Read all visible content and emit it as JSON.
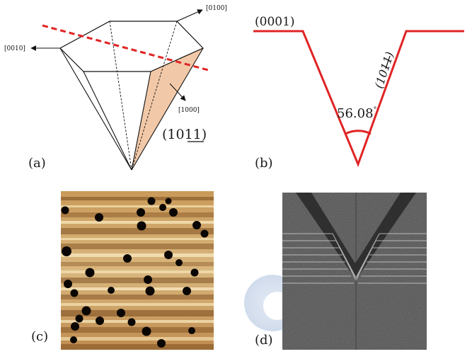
{
  "panels": {
    "a": {
      "label": "(a)",
      "directions": [
        "[0100]",
        "[0010]",
        "[1000]"
      ],
      "facet_index": "(10",
      "facet_bar": "11",
      "facet_close": ")"
    },
    "b": {
      "label": "(b)",
      "top_plane": "(0001)",
      "side_open": "(10",
      "side_bar": "11",
      "side_close": ")",
      "angle": "56.08",
      "angle_unit": "°"
    },
    "c": {
      "label": "(c)"
    },
    "d": {
      "label": "(d)"
    }
  },
  "colors": {
    "profile_red": "#e02424",
    "facet_fill": "#f2c9a8",
    "afm_dark": "#6b3d12",
    "afm_light": "#f0d8a2",
    "pit_black": "#0a0603"
  }
}
